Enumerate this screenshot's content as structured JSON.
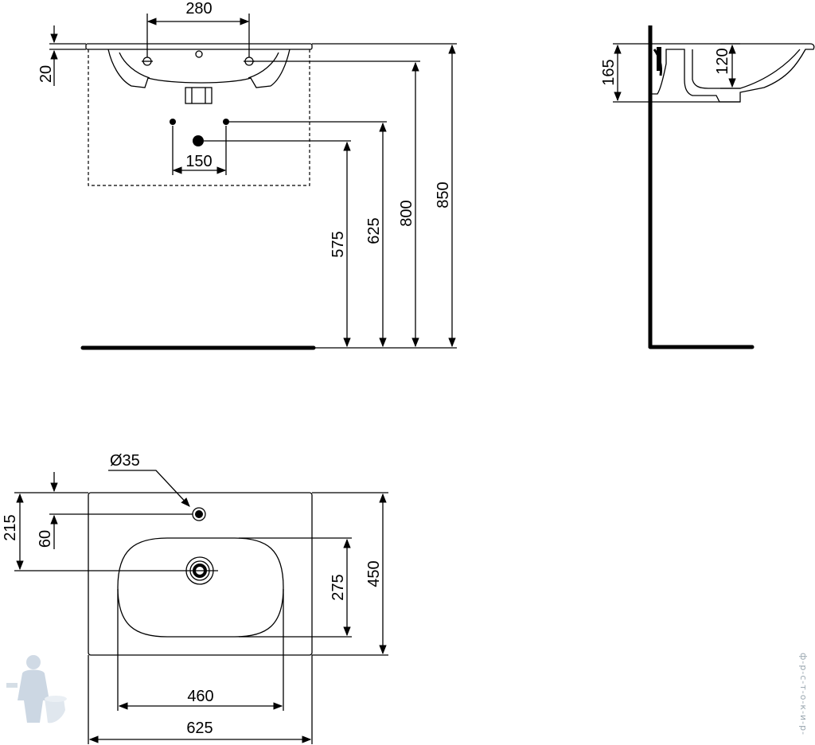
{
  "front_view": {
    "dim_tap_spacing": "280",
    "dim_rim_thickness": "20",
    "dim_supply_spacing": "150",
    "dim_waste_height": "575",
    "dim_supply_height": "625",
    "dim_overflow_height": "800",
    "dim_rim_height": "850"
  },
  "side_view": {
    "dim_overall_depth": "165",
    "dim_bowl_depth": "120"
  },
  "top_view": {
    "dim_tap_hole_diameter": "Ø35",
    "dim_tap_to_drain": "215",
    "dim_tap_from_back": "60",
    "dim_bowl_depth": "275",
    "dim_overall_depth": "450",
    "dim_bowl_width": "460",
    "dim_overall_width": "625"
  },
  "watermark": {
    "text": "ф-р-с-т-о-к-и-р-"
  }
}
